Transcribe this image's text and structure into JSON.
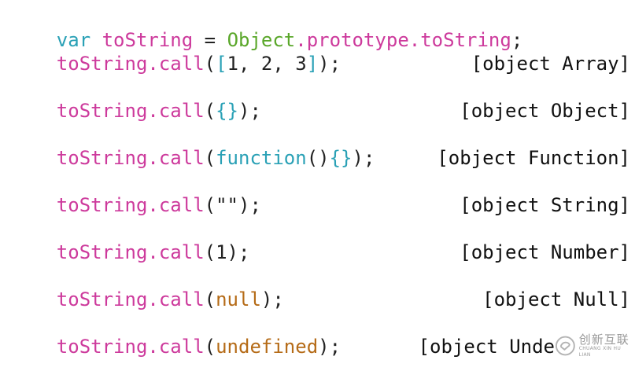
{
  "code": {
    "l1": {
      "kw": "var",
      "sp1": " ",
      "id": "toString",
      "eq": " = ",
      "obj": "Object",
      "dot1": ".",
      "proto": "prototype",
      "dot2": ".",
      "prop": "toString",
      "semi": ";"
    },
    "l2": {
      "call": "toString.call",
      "open": "(",
      "b1": "[",
      "args": "1, 2, 3",
      "b2": "]",
      "close": ");"
    },
    "o2": "[object Array]",
    "l3": {
      "call": "toString.call",
      "open": "(",
      "b1": "{",
      "b2": "}",
      "close": ");"
    },
    "o3": "[object Object]",
    "l4": {
      "call": "toString.call",
      "open": "(",
      "fn": "function",
      "paren": "()",
      "b1": "{",
      "b2": "}",
      "close": ");"
    },
    "o4": "[object Function]",
    "l5": {
      "call": "toString.call",
      "open": "(",
      "str": "\"\"",
      "close": ");"
    },
    "o5": "[object String]",
    "l6": {
      "call": "toString.call",
      "open": "(",
      "num": "1",
      "close": ");"
    },
    "o6": "[object Number]",
    "l7": {
      "call": "toString.call",
      "open": "(",
      "val": "null",
      "close": ");"
    },
    "o7": "[object Null]",
    "l8": {
      "call": "toString.call",
      "open": "(",
      "val": "undefined",
      "close": ");"
    },
    "o8": "[object Unde"
  },
  "watermark": {
    "title": "创新互联",
    "subtitle": "CHUANG XIN HU LIAN"
  }
}
